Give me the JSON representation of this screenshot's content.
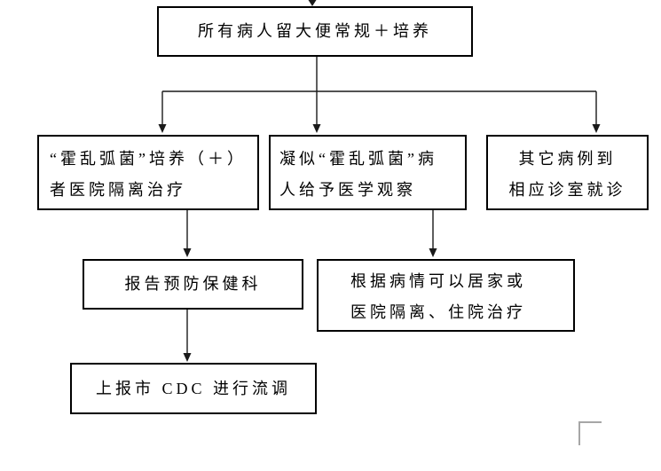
{
  "flowchart": {
    "nodes": {
      "stool_test": {
        "text": "所有病人留大便常规＋培养"
      },
      "cholera_positive": {
        "line1": "“霍乱弧菌”培养（＋）",
        "line2": "者医院隔离治疗"
      },
      "suspected": {
        "line1": "凝似“霍乱弧菌”病",
        "line2": "人给予医学观察"
      },
      "other_cases": {
        "line1": "其它病例到",
        "line2": "相应诊室就诊"
      },
      "report_dept": {
        "text": "报告预防保健科"
      },
      "observation": {
        "line1": "根据病情可以居家或",
        "line2": "医院隔离、住院治疗"
      },
      "cdc_report": {
        "text": "上报市 CDC 进行流调"
      }
    },
    "colors": {
      "background": "#ffffff",
      "box_border": "#000000",
      "text": "#000000",
      "connector_line": "#1a1a1a",
      "corner_mark": "#a6a6a6"
    }
  }
}
